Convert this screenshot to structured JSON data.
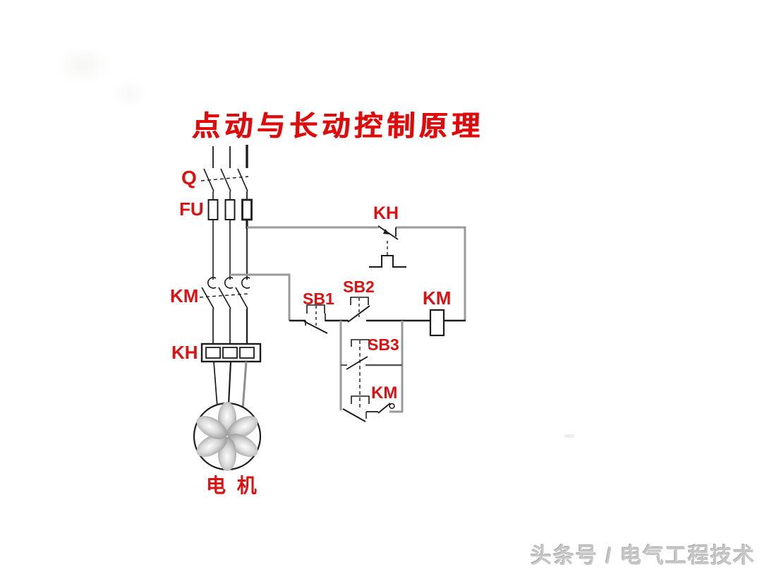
{
  "title": {
    "text": "点动与长动控制原理",
    "color": "#e00a0a"
  },
  "labels": {
    "breaker": "Q",
    "fuse": "FU",
    "thermal_contact": "KH",
    "main_contacts": "KM",
    "overload_heater": "KH",
    "stop_button": "SB1",
    "start_button": "SB2",
    "jog_button": "SB3",
    "coil": "KM",
    "selfhold_contact": "KM",
    "motor": "电 机"
  },
  "watermark": {
    "text": "头条号 / 电气工程技术",
    "color": "#c6c6c6"
  },
  "colors": {
    "label_red": "#dd1111",
    "wire_black": "#1c1c1c",
    "wire_gray": "#999999",
    "motor_petal_gray": "#8f8f8f"
  }
}
